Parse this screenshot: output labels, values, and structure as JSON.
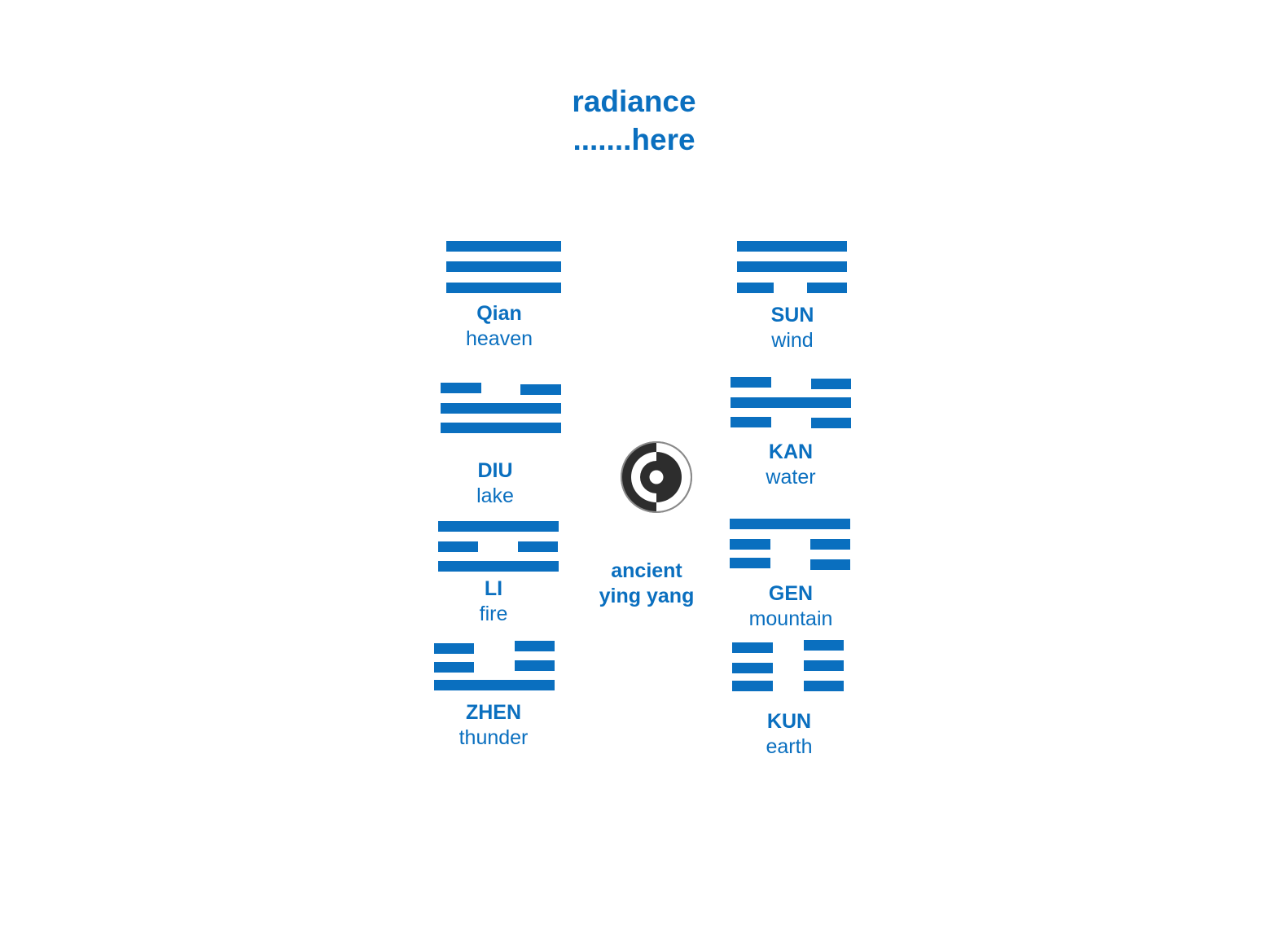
{
  "title": {
    "line1": "radiance",
    "line2": ".......here"
  },
  "brand_color": "#0a6fbf",
  "center": {
    "symbol": "yin-yang-icon",
    "line1": "ancient",
    "line2": "ying yang"
  },
  "trigrams": [
    {
      "id": "qian",
      "name": "Qian",
      "meaning": "heaven",
      "lines_top_to_bottom": [
        "solid",
        "solid",
        "solid"
      ]
    },
    {
      "id": "sun",
      "name": "SUN",
      "meaning": "wind",
      "lines_top_to_bottom": [
        "solid",
        "solid",
        "broken"
      ]
    },
    {
      "id": "diu",
      "name": "DIU",
      "meaning": "lake",
      "lines_top_to_bottom": [
        "broken",
        "solid",
        "solid"
      ]
    },
    {
      "id": "kan",
      "name": "KAN",
      "meaning": "water",
      "lines_top_to_bottom": [
        "broken",
        "solid",
        "broken"
      ]
    },
    {
      "id": "li",
      "name": "LI",
      "meaning": "fire",
      "lines_top_to_bottom": [
        "solid",
        "broken",
        "solid"
      ]
    },
    {
      "id": "gen",
      "name": "GEN",
      "meaning": "mountain",
      "lines_top_to_bottom": [
        "solid",
        "broken",
        "broken"
      ]
    },
    {
      "id": "zhen",
      "name": "ZHEN",
      "meaning": "thunder",
      "lines_top_to_bottom": [
        "broken",
        "broken",
        "solid"
      ]
    },
    {
      "id": "kun",
      "name": "KUN",
      "meaning": "earth",
      "lines_top_to_bottom": [
        "broken",
        "broken",
        "broken"
      ]
    }
  ]
}
